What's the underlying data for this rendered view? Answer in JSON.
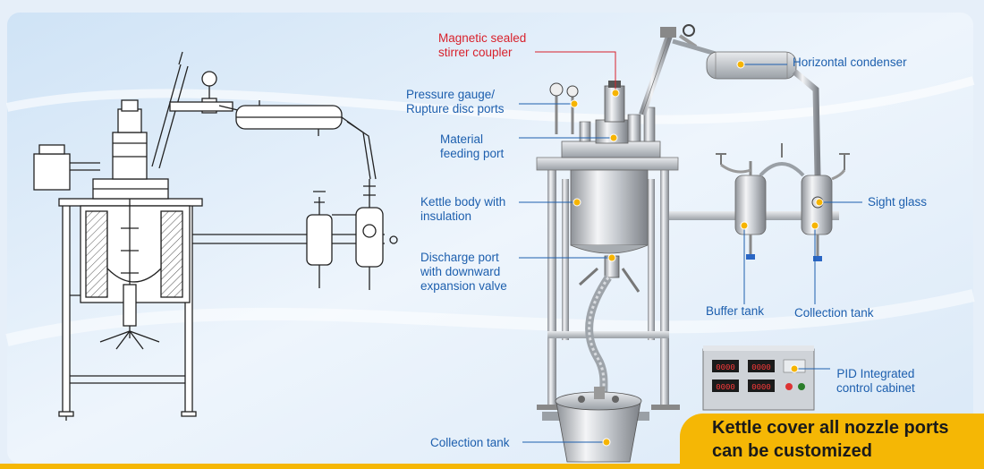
{
  "labels": {
    "magnetic": [
      "Magnetic sealed",
      "stirrer coupler"
    ],
    "pressure": [
      "Pressure gauge/",
      "Rupture disc ports"
    ],
    "feeding": [
      "Material",
      "feeding port"
    ],
    "kettle_body": [
      "Kettle body with",
      "insulation"
    ],
    "discharge": [
      "Discharge port",
      "with downward",
      "expansion valve"
    ],
    "collection_bottom": [
      "Collection tank"
    ],
    "condenser": [
      "Horizontal condenser"
    ],
    "sight_glass": [
      "Sight glass"
    ],
    "buffer": [
      "Buffer tank"
    ],
    "collection_right": [
      "Collection tank"
    ],
    "pid": [
      "PID Integrated",
      "control cabinet"
    ]
  },
  "banner": [
    "Kettle cover all nozzle ports",
    "can be customized"
  ],
  "display_readouts": [
    "0000",
    "0000",
    "0000",
    "0000"
  ],
  "colors": {
    "label_blue": "#1d5fae",
    "label_red": "#d8212c",
    "banner_yellow": "#f5b705",
    "dot_yellow": "#f6b400"
  }
}
